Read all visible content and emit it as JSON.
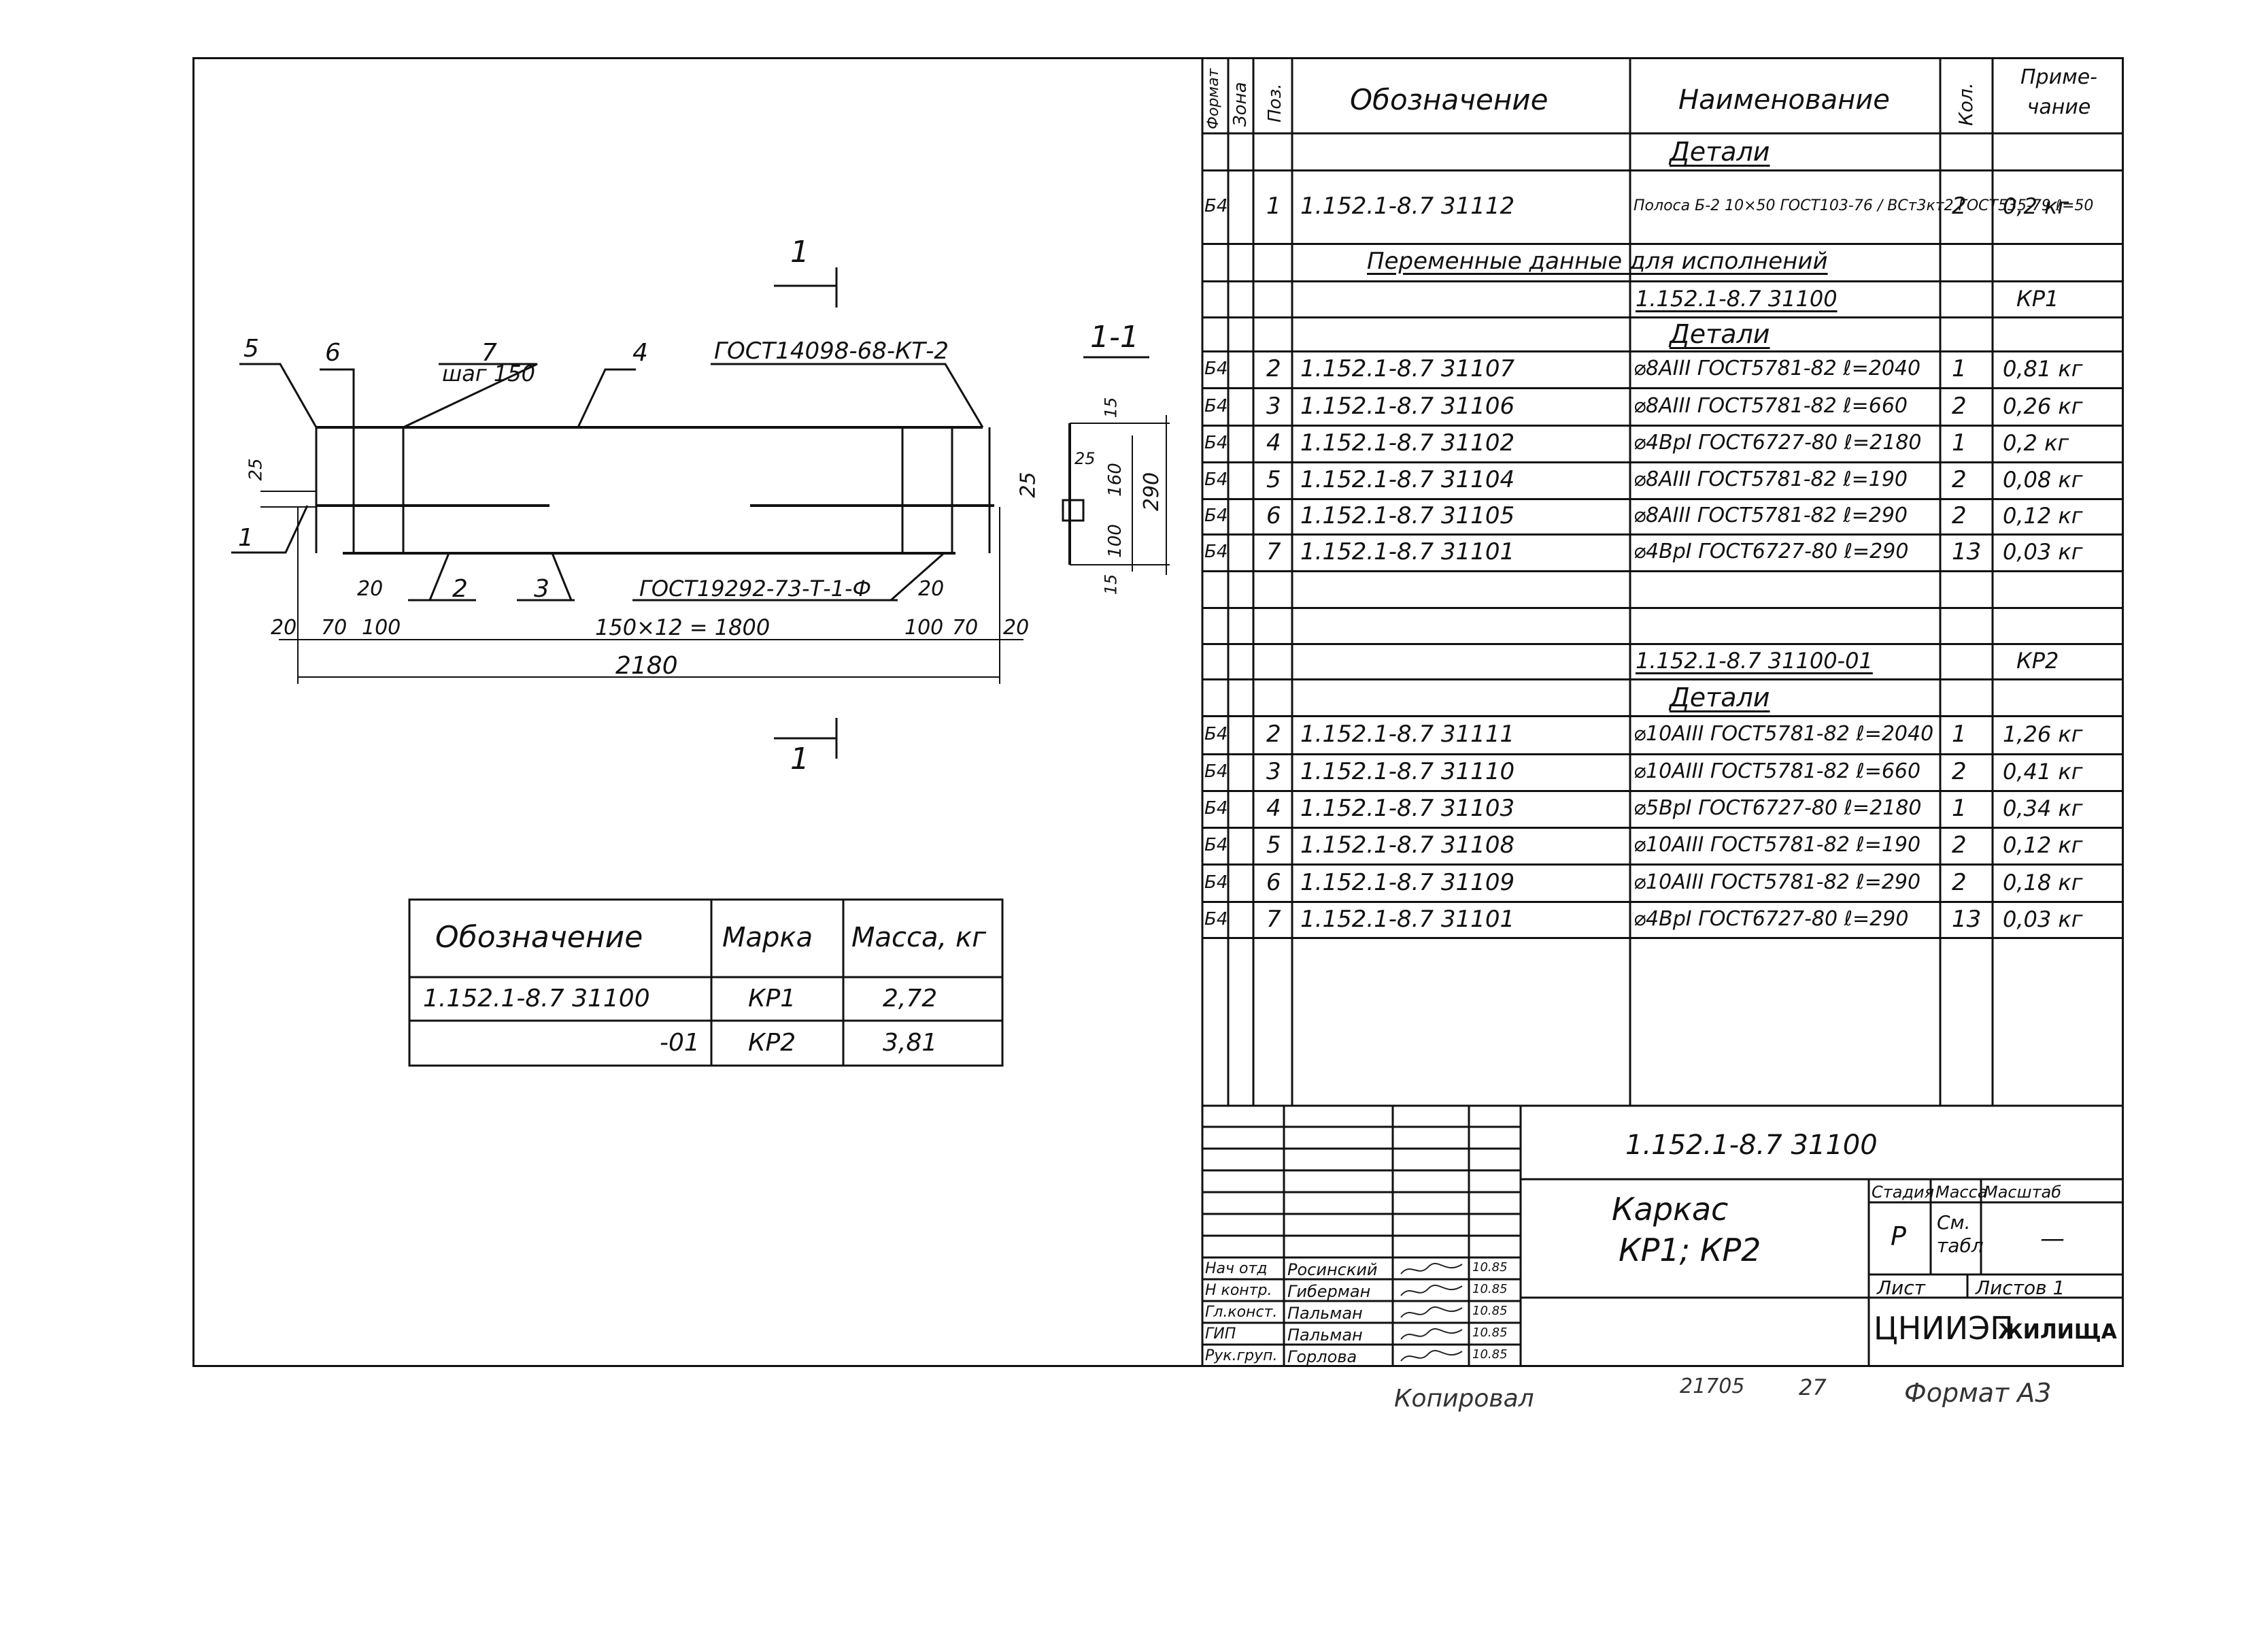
{
  "spec": {
    "headers": {
      "format": "Формат",
      "zone": "Зона",
      "pos": "Поз.",
      "designation": "Обозначение",
      "name": "Наименование",
      "qty": "Кол.",
      "note": "Приме-чание"
    },
    "rows": [
      {
        "kind": "section",
        "name": "Детали"
      },
      {
        "kind": "item",
        "format": "Б4",
        "pos": "1",
        "designation": "1.152.1-8.7   31112",
        "name": "Полоса Б-2 10×50 ГОСТ103-76 / ВСт3кт2 ГОСТ535-79 ℓ=50",
        "qty": "2",
        "note": "0,2 кг"
      },
      {
        "kind": "section",
        "name": "Переменные данные для исполнений"
      },
      {
        "kind": "variant",
        "name": "1.152.1-8.7   31100",
        "note": "КР1"
      },
      {
        "kind": "section",
        "name": "Детали"
      },
      {
        "kind": "item",
        "format": "Б4",
        "pos": "2",
        "designation": "1.152.1-8.7   31107",
        "name": "⌀8AIII ГОСТ5781-82  ℓ=2040",
        "qty": "1",
        "note": "0,81 кг"
      },
      {
        "kind": "item",
        "format": "Б4",
        "pos": "3",
        "designation": "1.152.1-8.7   31106",
        "name": "⌀8AIII ГОСТ5781-82  ℓ=660",
        "qty": "2",
        "note": "0,26 кг"
      },
      {
        "kind": "item",
        "format": "Б4",
        "pos": "4",
        "designation": "1.152.1-8.7   31102",
        "name": "⌀4ВрI ГОСТ6727-80  ℓ=2180",
        "qty": "1",
        "note": "0,2 кг"
      },
      {
        "kind": "item",
        "format": "Б4",
        "pos": "5",
        "designation": "1.152.1-8.7   31104",
        "name": "⌀8AIII ГОСТ5781-82  ℓ=190",
        "qty": "2",
        "note": "0,08 кг"
      },
      {
        "kind": "item",
        "format": "Б4",
        "pos": "6",
        "designation": "1.152.1-8.7   31105",
        "name": "⌀8AIII ГОСТ5781-82  ℓ=290",
        "qty": "2",
        "note": "0,12 кг"
      },
      {
        "kind": "item",
        "format": "Б4",
        "pos": "7",
        "designation": "1.152.1-8.7   31101",
        "name": "⌀4ВрI ГОСТ6727-80  ℓ=290",
        "qty": "13",
        "note": "0,03 кг"
      },
      {
        "kind": "blank"
      },
      {
        "kind": "blank"
      },
      {
        "kind": "variant",
        "name": "1.152.1-8.7   31100-01",
        "note": "КР2"
      },
      {
        "kind": "section",
        "name": "Детали"
      },
      {
        "kind": "item",
        "format": "Б4",
        "pos": "2",
        "designation": "1.152.1-8.7   31111",
        "name": "⌀10AIII ГОСТ5781-82  ℓ=2040",
        "qty": "1",
        "note": "1,26 кг"
      },
      {
        "kind": "item",
        "format": "Б4",
        "pos": "3",
        "designation": "1.152.1-8.7   31110",
        "name": "⌀10AIII ГОСТ5781-82  ℓ=660",
        "qty": "2",
        "note": "0,41 кг"
      },
      {
        "kind": "item",
        "format": "Б4",
        "pos": "4",
        "designation": "1.152.1-8.7   31103",
        "name": "⌀5ВрI ГОСТ6727-80  ℓ=2180",
        "qty": "1",
        "note": "0,34 кг"
      },
      {
        "kind": "item",
        "format": "Б4",
        "pos": "5",
        "designation": "1.152.1-8.7   31108",
        "name": "⌀10AIII ГОСТ5781-82  ℓ=190",
        "qty": "2",
        "note": "0,12 кг"
      },
      {
        "kind": "item",
        "format": "Б4",
        "pos": "6",
        "designation": "1.152.1-8.7   31109",
        "name": "⌀10AIII ГОСТ5781-82  ℓ=290",
        "qty": "2",
        "note": "0,18 кг"
      },
      {
        "kind": "item",
        "format": "Б4",
        "pos": "7",
        "designation": "1.152.1-8.7   31101",
        "name": "⌀4ВрI ГОСТ6727-80  ℓ=290",
        "qty": "13",
        "note": "0,03 кг"
      }
    ]
  },
  "mass_table": {
    "headers": {
      "designation": "Обозначение",
      "mark": "Марка",
      "mass": "Масса, кг"
    },
    "rows": [
      {
        "designation": "1.152.1-8.7   31100",
        "mark": "КР1",
        "mass": "2,72"
      },
      {
        "designation": "-01",
        "mark": "КР2",
        "mass": "3,81"
      }
    ]
  },
  "drawing": {
    "section_mark": "1",
    "section_title": "1-1",
    "leaders": {
      "p5": "5",
      "p6": "6",
      "p7": "7",
      "p7_step": "шаг 150",
      "p4": "4",
      "gost_top": "ГОСТ14098-68-КТ-2",
      "p1": "1",
      "p2": "2",
      "p3": "3",
      "gost_bottom": "ГОСТ19292-73-Т-1-Ф"
    },
    "dims": {
      "d25": "25",
      "d20a": "20",
      "d20b": "20",
      "d20c": "20",
      "d70a": "70",
      "d100a": "100",
      "span": "150×12 = 1800",
      "d100b": "100",
      "d70b": "70",
      "d20d": "20",
      "total": "2180",
      "s15a": "15",
      "s25": "25",
      "s25b": "25",
      "s160": "160",
      "s290": "290",
      "s100": "100",
      "s15b": "15"
    }
  },
  "title_block": {
    "code": "1.152.1-8.7   31100",
    "title_line1": "Каркас",
    "title_line2": "КР1; КР2",
    "stage_label": "Стадия",
    "mass_label": "Масса",
    "scale_label": "Масштаб",
    "stage": "Р",
    "mass": "См. табл",
    "scale": "—",
    "sheet_label": "Лист",
    "sheets_label": "Листов 1",
    "org": "ЦНИИЭП",
    "org2": "ЖИЛИЩА",
    "signatures": [
      {
        "role": "Нач отд",
        "name": "Росинский",
        "date": "10.85"
      },
      {
        "role": "Н контр.",
        "name": "Гиберман",
        "date": "10.85"
      },
      {
        "role": "Гл.конст.",
        "name": "Пальман",
        "date": "10.85"
      },
      {
        "role": "ГИП",
        "name": "Пальман",
        "date": "10.85"
      },
      {
        "role": "Рук.груп.",
        "name": "Горлова",
        "date": "10.85"
      }
    ]
  },
  "footer": {
    "copied": "Копировал",
    "number": "21705",
    "page": "27",
    "format": "Формат А3"
  }
}
